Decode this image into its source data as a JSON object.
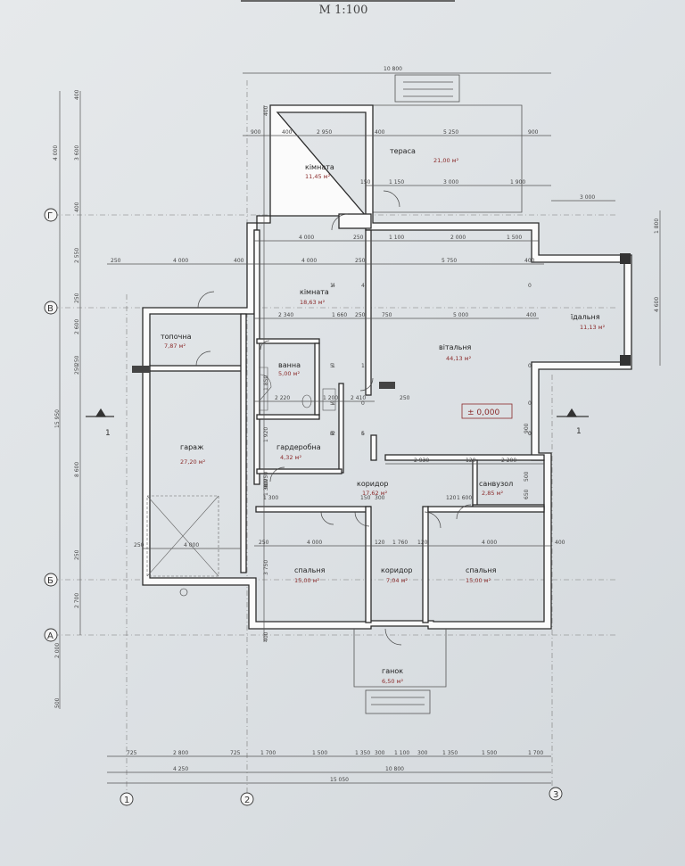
{
  "scale": "М 1:100",
  "level_mark": "± 0,000",
  "section_mark": "1",
  "rooms": [
    {
      "id": "kimnata-top",
      "name": "кімната",
      "area": "11,45 м²"
    },
    {
      "id": "terasa",
      "name": "тераса",
      "area": "21,00 м²"
    },
    {
      "id": "kimnata-mid",
      "name": "кімната",
      "area": "18,63 м²"
    },
    {
      "id": "vitalnia",
      "name": "вітальня",
      "area": "44,13 м²"
    },
    {
      "id": "idalnia",
      "name": "їдальня",
      "area": "11,13 м²"
    },
    {
      "id": "topochna",
      "name": "топочна",
      "area": "7,87 м²"
    },
    {
      "id": "vanna",
      "name": "ванна",
      "area": "5,00 м²"
    },
    {
      "id": "harazh",
      "name": "гараж",
      "area": "27,20 м²"
    },
    {
      "id": "harderobna",
      "name": "гардеробна",
      "area": "4,32 м²"
    },
    {
      "id": "korydor-main",
      "name": "коридор",
      "area": "17,62 м²"
    },
    {
      "id": "sanvuzol",
      "name": "санвузол",
      "area": "2,85 м²"
    },
    {
      "id": "spalnia-left",
      "name": "спальня",
      "area": "15,00 м²"
    },
    {
      "id": "korydor-small",
      "name": "коридор",
      "area": "7,04 м²"
    },
    {
      "id": "spalnia-right",
      "name": "спальня",
      "area": "15,00 м²"
    },
    {
      "id": "hanok",
      "name": "ганок",
      "area": "6,50 м²"
    }
  ],
  "axes": {
    "horizontal": [
      "1",
      "2",
      "3"
    ],
    "vertical": [
      "Г",
      "В",
      "Б",
      "А"
    ]
  },
  "dims": {
    "top_overall": "10 800",
    "top_row1": [
      "900",
      "400",
      "2 950",
      "400",
      "5 250",
      "900"
    ],
    "terrace_row": [
      "150",
      "1 150",
      "3 000",
      "1 900"
    ],
    "terrace_right": "3 000",
    "row_g": [
      "4 000",
      "250",
      "1 100",
      "2 000",
      "1 500"
    ],
    "row_v": [
      "250",
      "4 000",
      "400",
      "4 000",
      "250",
      "5 750",
      "400"
    ],
    "bath_row": [
      "2 340",
      "1 660",
      "250",
      "750",
      "5 000",
      "400"
    ],
    "bath_small": [
      "2 220",
      "1 200",
      "2 410",
      "250"
    ],
    "bath_vert": [
      "1 510",
      "4 140",
      "2 660",
      "2 350",
      "1 500"
    ],
    "corridor_row": [
      "2 930",
      "120",
      "2 200"
    ],
    "bed_row": [
      "250",
      "4 000",
      "120",
      "1 760",
      "120",
      "4 000",
      "400"
    ],
    "garage_bottom": [
      "250",
      "4 000"
    ],
    "left_vert": [
      "400",
      "4 000",
      "3 600",
      "400",
      "2 550",
      "250",
      "2 600",
      "250",
      "250",
      "8 600",
      "15 950",
      "250",
      "2 700",
      "2 000",
      "500"
    ],
    "mid_vert": [
      "400",
      "900",
      "1 300",
      "1 920",
      "1 850",
      "1 750",
      "3 750",
      "400"
    ],
    "right_vert": [
      "1 800",
      "4 600",
      "900",
      "500",
      "650"
    ],
    "bottom_row1": [
      "725",
      "2 800",
      "725",
      "1 700",
      "1 500",
      "1 350",
      "300",
      "1 100",
      "300",
      "1 350",
      "1 500",
      "1 700"
    ],
    "bottom_row2": [
      "4 250",
      "10 800"
    ],
    "bottom_total": "15 050",
    "door_misc": [
      "1 600",
      "120",
      "300",
      "1 300",
      "150"
    ]
  }
}
